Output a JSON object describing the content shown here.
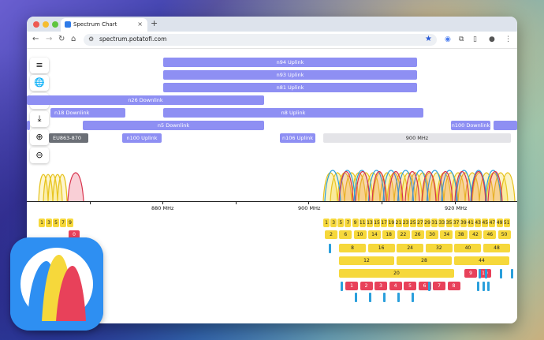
{
  "browser": {
    "tab_title": "Spectrum Chart",
    "tab_close": "×",
    "new_tab": "+",
    "url": "spectrum.potatofi.com",
    "back": "←",
    "forward": "→",
    "reload": "↻",
    "home": "⌂",
    "star": "★"
  },
  "sidebar": {
    "menu_icon": "≡",
    "globe_icon": "🌐",
    "star_icon": "☆",
    "download_icon": "⤓",
    "zoom_in_icon": "⊕",
    "zoom_out_icon": "⊖"
  },
  "bands": [
    {
      "label": "n94 Uplink"
    },
    {
      "label": "n93 Uplink"
    },
    {
      "label": "n81 Uplink"
    },
    {
      "label": "n26 Downlink"
    },
    {
      "label": "n18 Downlink"
    },
    {
      "label": "n8 Uplink"
    },
    {
      "label": "n5 Downlink"
    },
    {
      "label": "n100 Downlink"
    },
    {
      "label": "EU863-870"
    },
    {
      "label": "n100 Uplink"
    },
    {
      "label": "n106 Uplink"
    },
    {
      "label": "900 MHz"
    }
  ],
  "axis": {
    "ticks": [
      "880 MHz",
      "900 MHz",
      "920 MHz"
    ]
  },
  "channels": {
    "left_row": [
      "1",
      "3",
      "5",
      "7",
      "9"
    ],
    "left_red": [
      "0"
    ],
    "row1": [
      "1",
      "3",
      "5",
      "7",
      "9",
      "11",
      "13",
      "15",
      "17",
      "19",
      "21",
      "23",
      "25",
      "27",
      "29",
      "31",
      "33",
      "35",
      "37",
      "39",
      "41",
      "43",
      "45",
      "47",
      "49",
      "51"
    ],
    "row2": [
      "2",
      "6",
      "10",
      "14",
      "18",
      "22",
      "26",
      "30",
      "34",
      "38",
      "42",
      "46",
      "50"
    ],
    "row3": [
      "8",
      "16",
      "24",
      "32",
      "40",
      "48"
    ],
    "row4": [
      "12",
      "28",
      "44"
    ],
    "row5": [
      "20"
    ],
    "row5_red": [
      "9",
      "10"
    ],
    "row6_red": [
      "1",
      "2",
      "3",
      "4",
      "5",
      "6",
      "7",
      "8"
    ]
  },
  "colors": {
    "band": "#8e8ff3",
    "yellow": "#f6d83b",
    "red": "#e8415a",
    "blue": "#2a9fdc"
  }
}
